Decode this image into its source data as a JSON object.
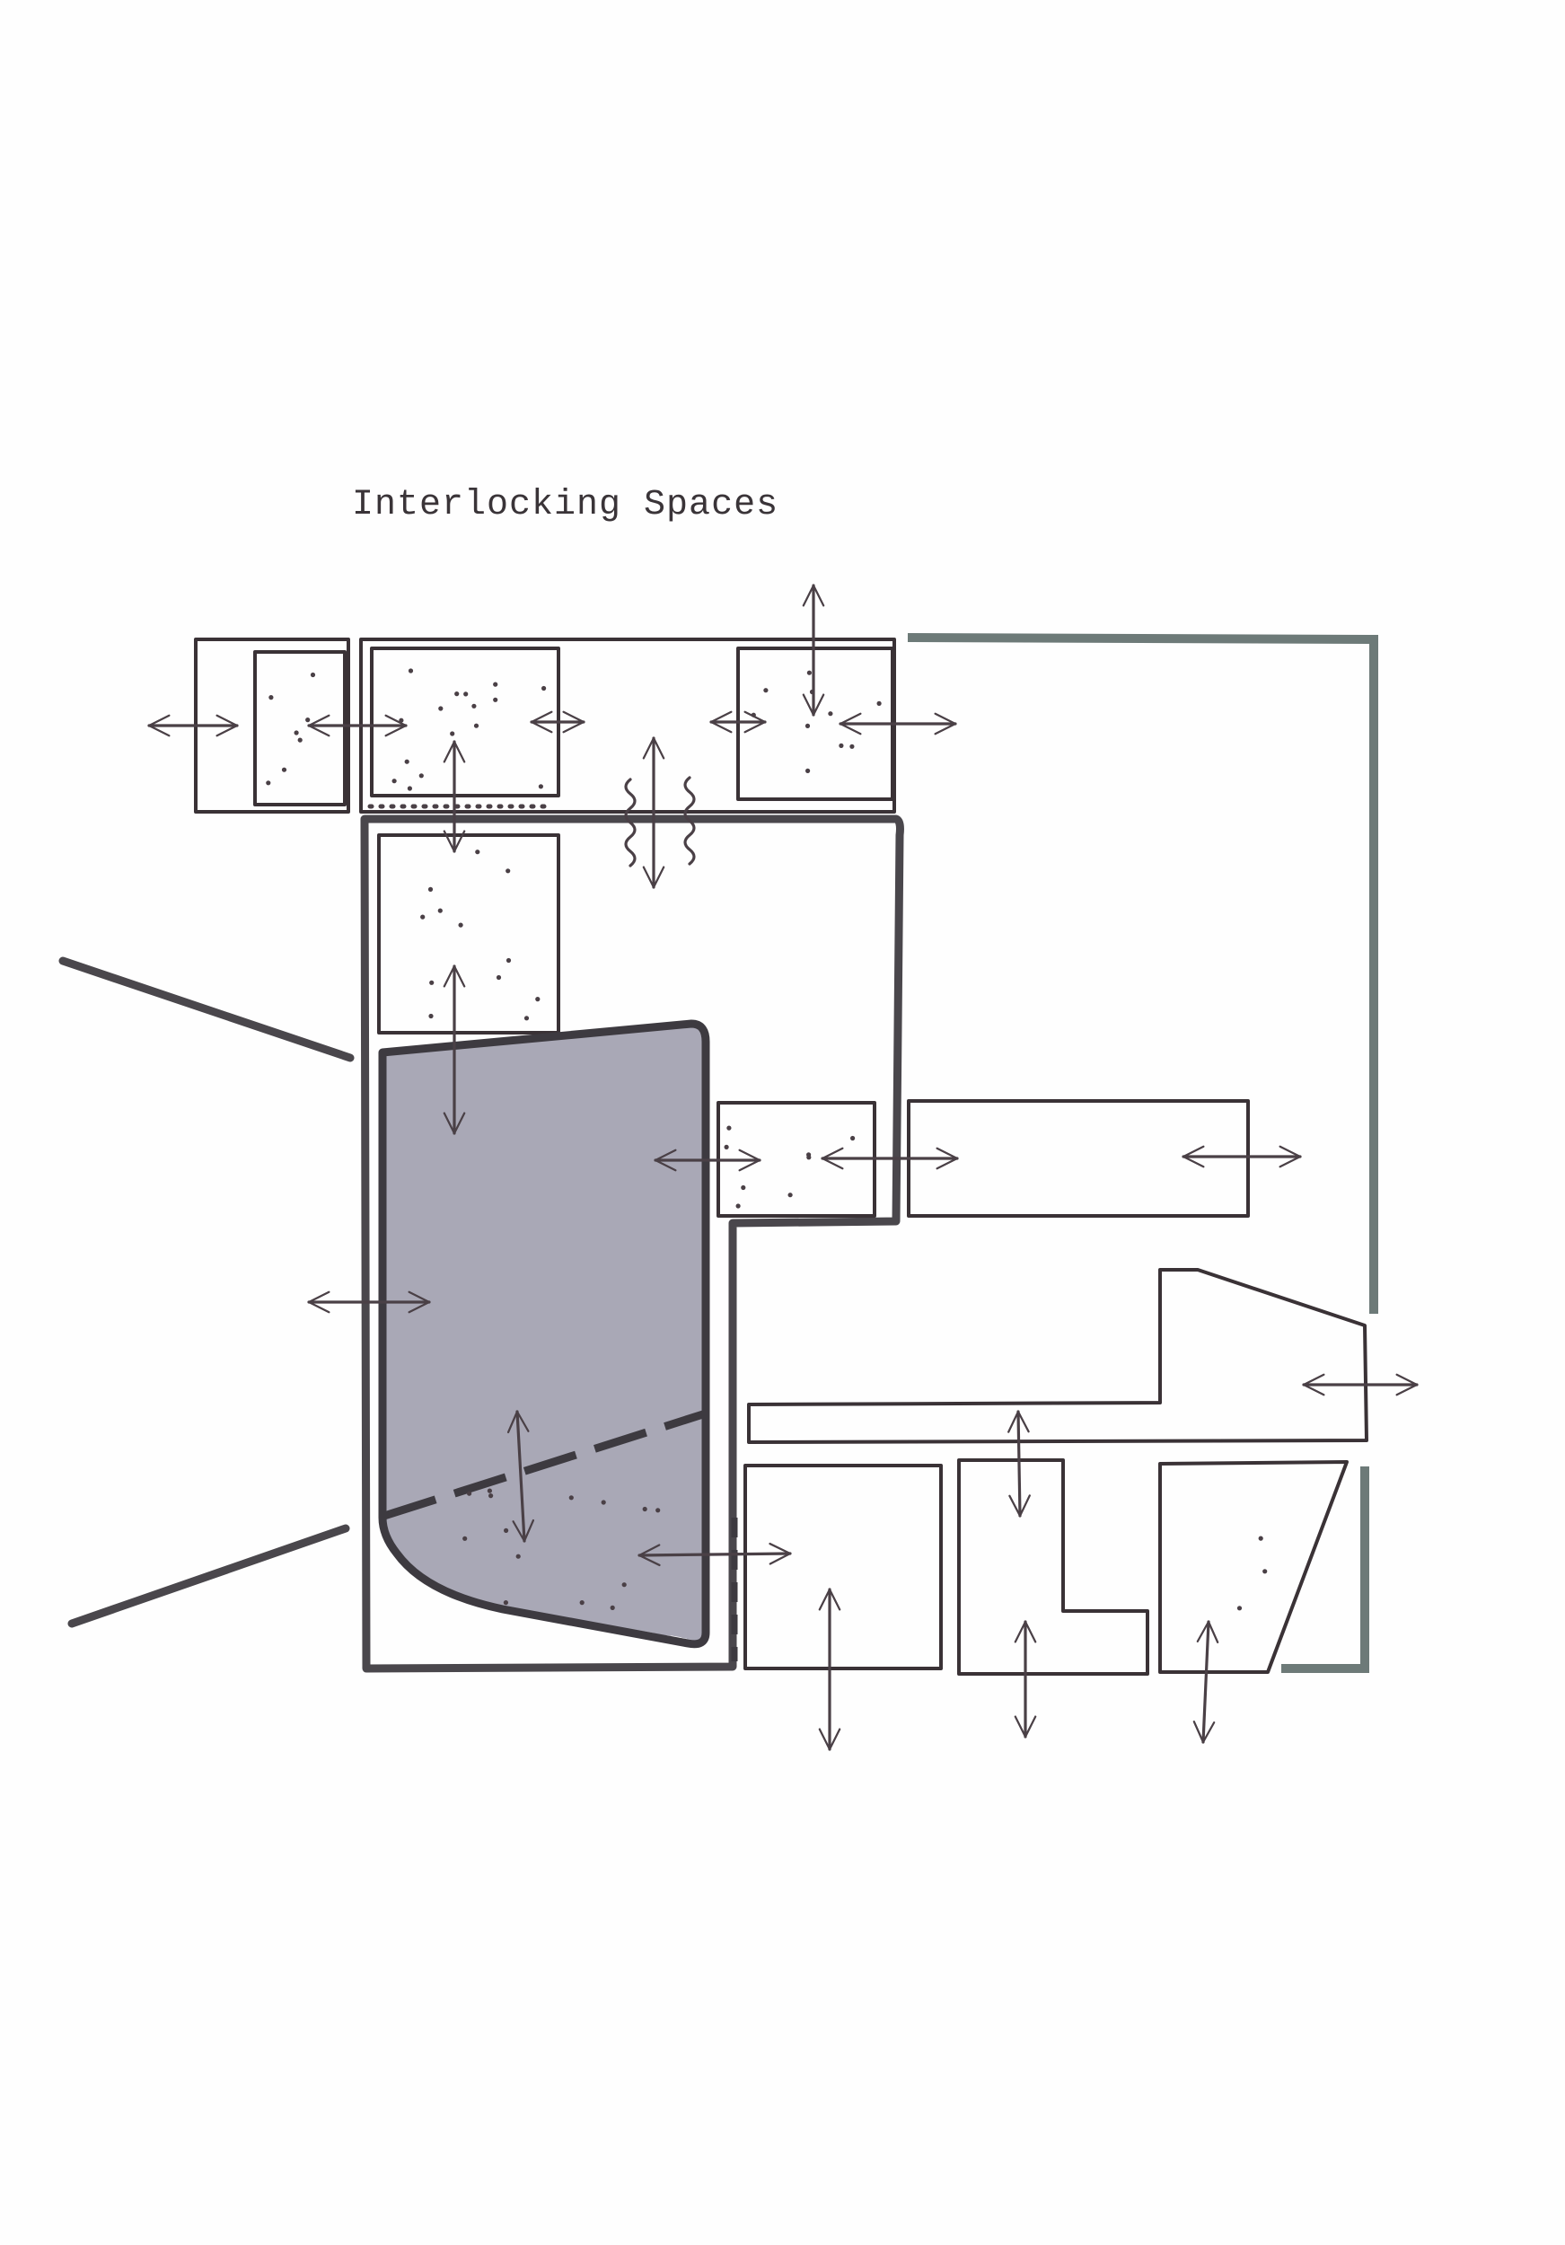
{
  "title": "Interlocking Spaces",
  "colors": {
    "ink": "#3a3236",
    "heavy_ink": "#4a474c",
    "outer_wall": "#6d7a78",
    "shaded_space": "#a9a8b6"
  },
  "legend": {
    "dotted_fill": "stipple pattern marking shared/interlocking zones",
    "shaded_fill": "grey marker fill marking main space"
  }
}
